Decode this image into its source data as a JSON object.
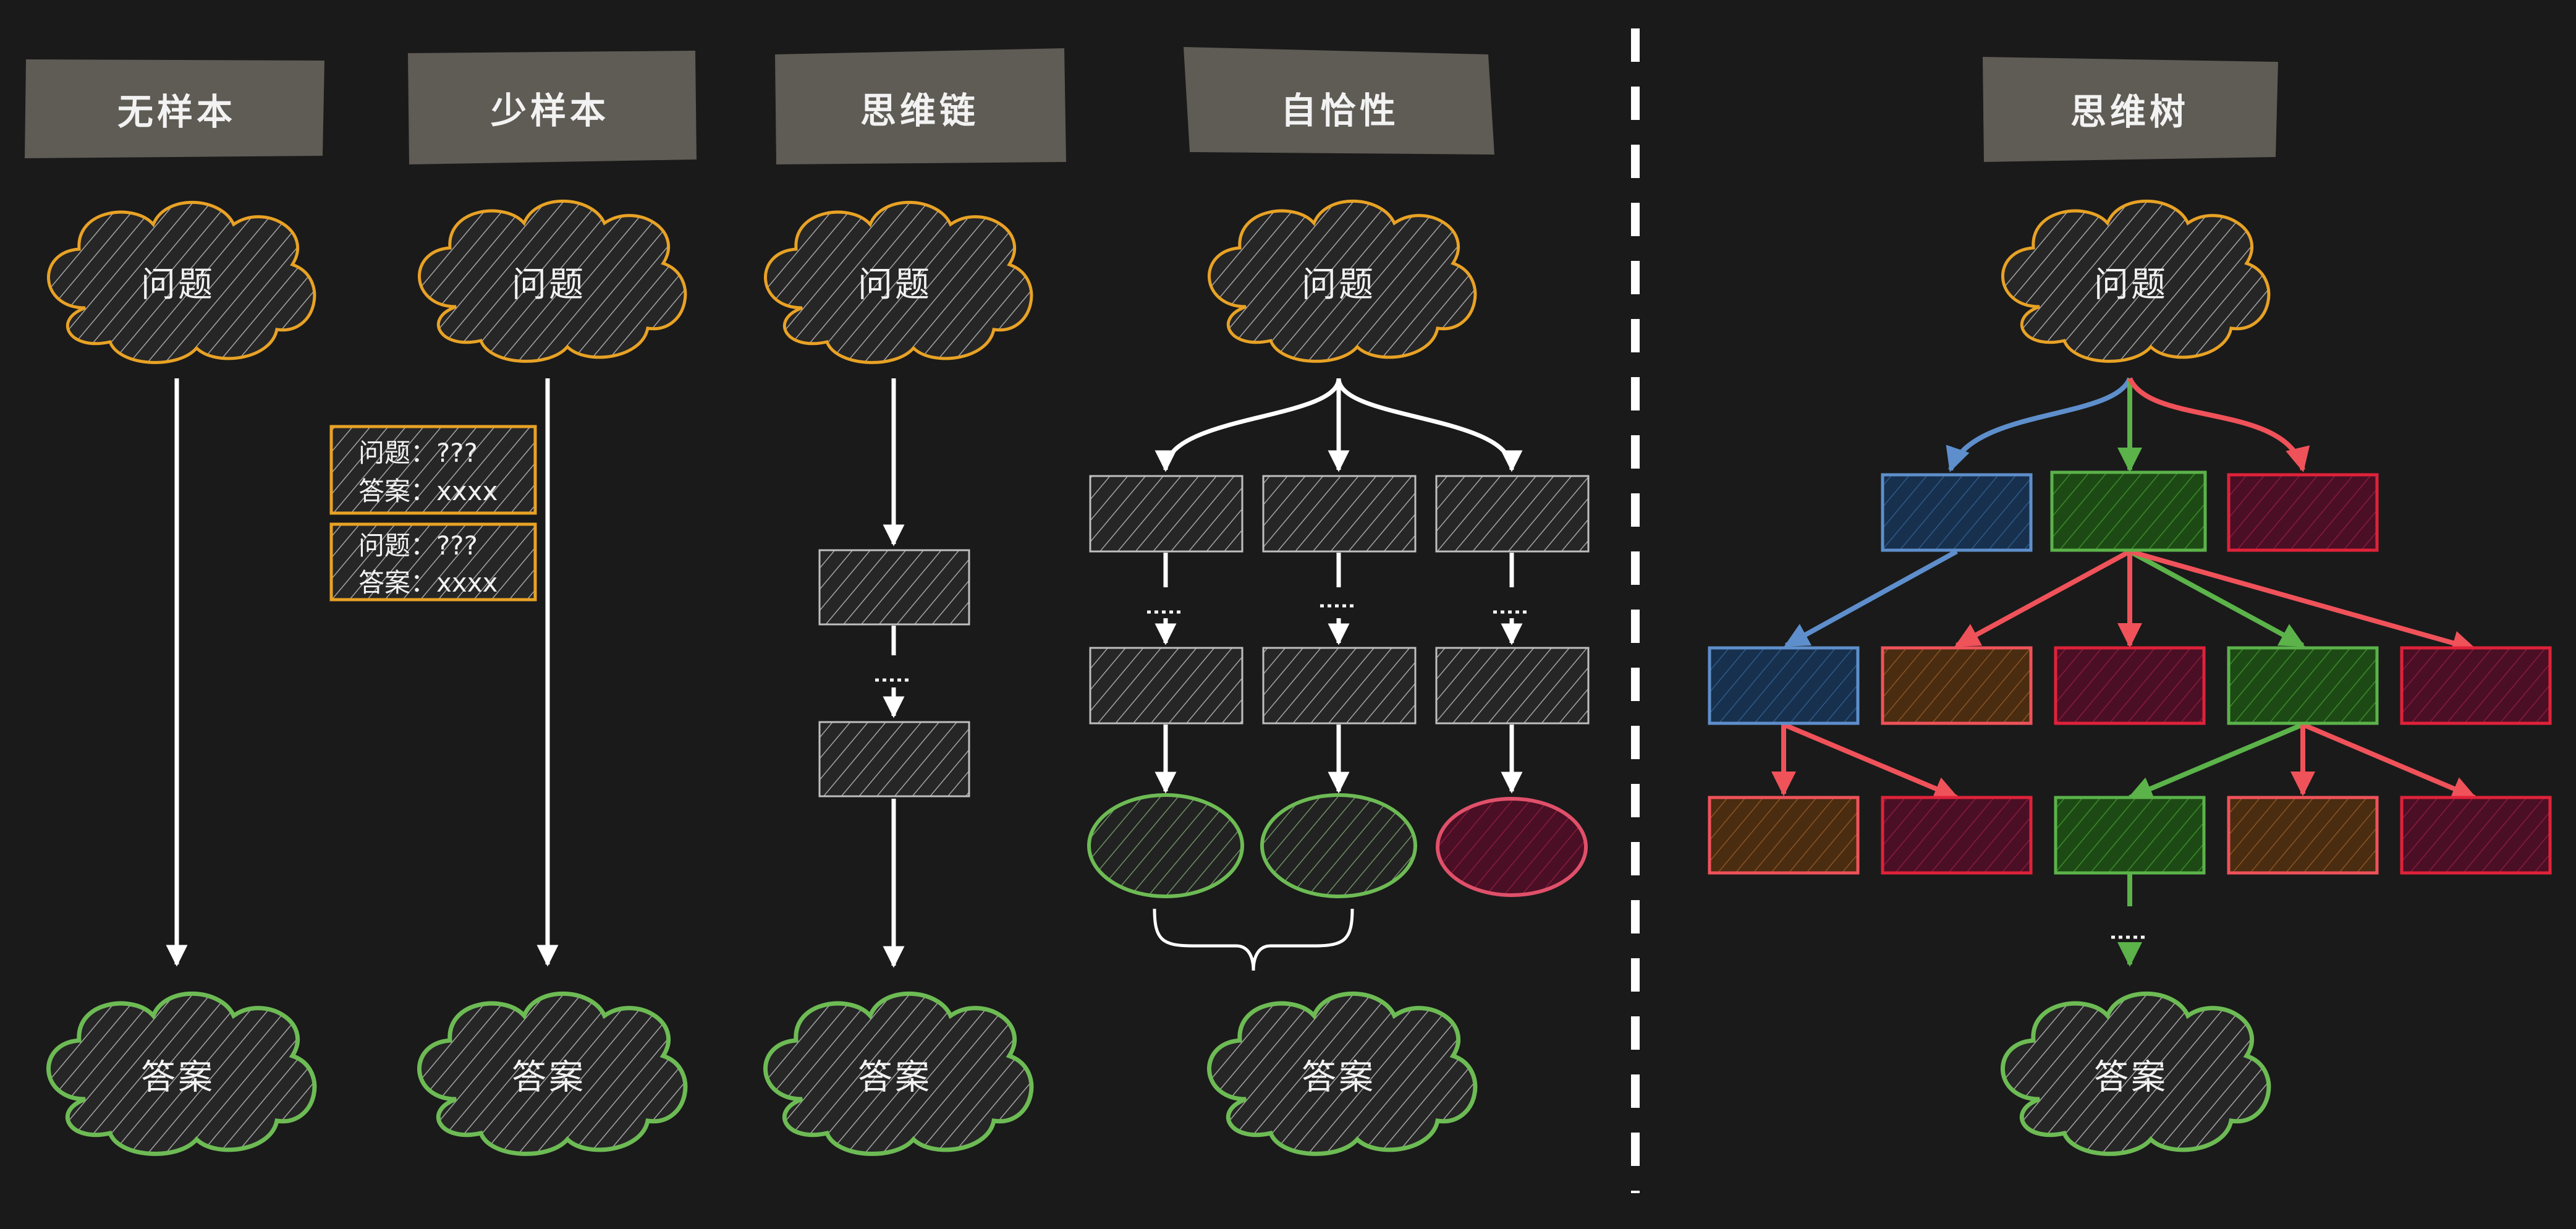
{
  "headers": {
    "zero_shot": "无样本",
    "few_shot": "少样本",
    "chain_of_thought": "思维链",
    "self_consistency": "自恰性",
    "tree_of_thought": "思维树"
  },
  "question_label": "问题",
  "answer_label": "答案",
  "few_shot_examples": [
    {
      "question": "问题：???",
      "answer": "答案：xxxx"
    },
    {
      "question": "问题：???",
      "answer": "答案：xxxx"
    }
  ],
  "colors": {
    "background": "#1a1a1a",
    "header_fill": "#5f5b55",
    "question_stroke": "#e8a225",
    "answer_stroke": "#6dbb54",
    "arrow": "#ffffff",
    "node_gray": "#3a3a3a",
    "blue": "#5e8fcc",
    "green": "#5bb34a",
    "red": "#f0525a",
    "brown": "#7a4a1c",
    "crimson": "#6e1332"
  }
}
